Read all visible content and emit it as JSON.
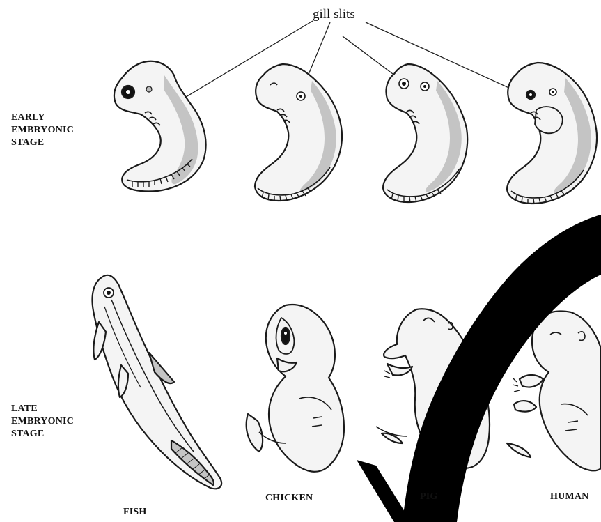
{
  "annotation": {
    "gill_slits": "gill slits"
  },
  "stages": {
    "early": [
      "EARLY",
      "EMBRYONIC",
      "STAGE"
    ],
    "late": [
      "LATE",
      "EMBRYONIC",
      "STAGE"
    ]
  },
  "organisms": {
    "fish": "FISH",
    "chicken": "CHICKEN",
    "pig": "PIG",
    "human": "HUMAN"
  },
  "colors": {
    "outline": "#1a1a1a",
    "fill": "#f4f4f4",
    "shade": "#b9b9b9",
    "overlay": "#000000"
  }
}
